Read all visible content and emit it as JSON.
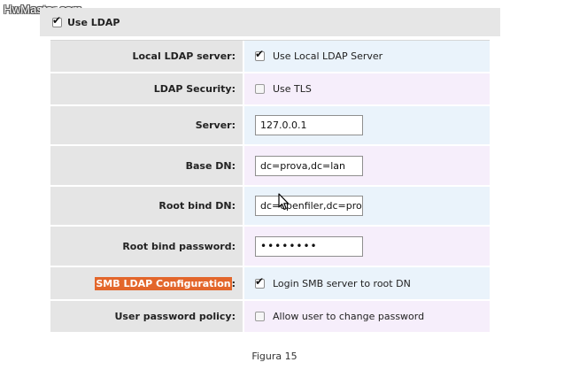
{
  "watermark": "HwMaster.com",
  "header": {
    "use_ldap_label": "Use LDAP",
    "use_ldap_checked": true
  },
  "rows": [
    {
      "label": "Local LDAP server:",
      "type": "checkbox",
      "checked": true,
      "option": "Use Local LDAP Server",
      "bg": "blue"
    },
    {
      "label": "LDAP Security:",
      "type": "checkbox",
      "checked": false,
      "option": "Use TLS",
      "bg": "pink"
    },
    {
      "label": "Server:",
      "type": "input",
      "value": "127.0.0.1",
      "bg": "blue"
    },
    {
      "label": "Base DN:",
      "type": "input",
      "value": "dc=prova,dc=lan",
      "bg": "pink"
    },
    {
      "label": "Root bind DN:",
      "type": "input",
      "value": "dc=openfiler,dc=pro",
      "bg": "blue"
    },
    {
      "label": "Root bind password:",
      "type": "input",
      "value": "••••••••",
      "bg": "pink"
    },
    {
      "label_highlight": "SMB LDAP Configuration",
      "label_suffix": ":",
      "type": "checkbox",
      "checked": true,
      "option": "Login SMB server to root DN",
      "bg": "blue"
    },
    {
      "label": "User password policy:",
      "type": "checkbox",
      "checked": false,
      "option": "Allow user to change password",
      "bg": "pink"
    }
  ],
  "caption": "Figura 15",
  "colors": {
    "smb_highlight": "#e3662b",
    "value_blue": "#eaf3fb",
    "value_pink": "#f6eefb",
    "label_bg": "#e5e5e5"
  }
}
